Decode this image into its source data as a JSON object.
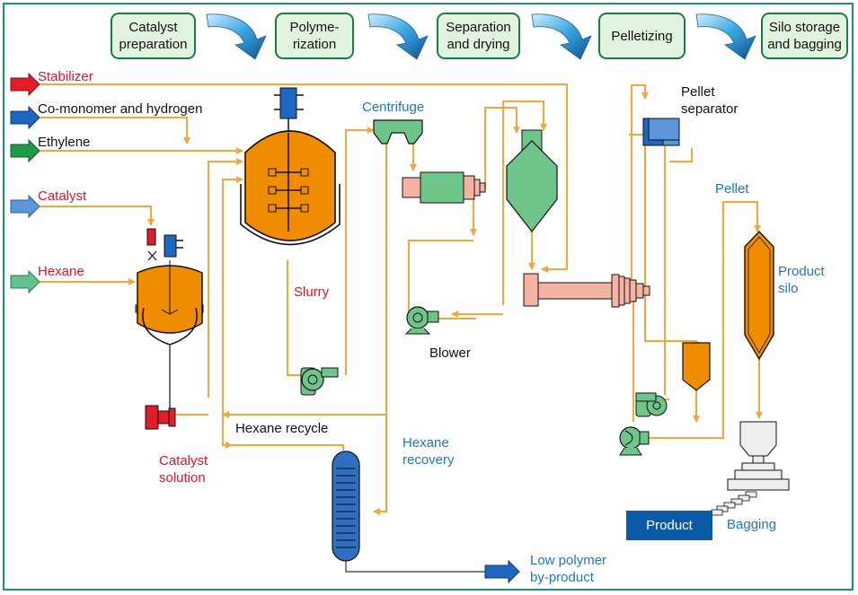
{
  "stages": [
    {
      "label": "Catalyst\npreparation"
    },
    {
      "label": "Polyme-\nrization"
    },
    {
      "label": "Separation\nand drying"
    },
    {
      "label": "Pelletizing"
    },
    {
      "label": "Silo storage\nand bagging"
    }
  ],
  "inputs": {
    "stabilizer": "Stabilizer",
    "comonomer": "Co-monomer and hydrogen",
    "ethylene": "Ethylene",
    "catalyst": "Catalyst",
    "hexane": "Hexane"
  },
  "labels": {
    "centrifuge": "Centrifuge",
    "slurry": "Slurry",
    "blower": "Blower",
    "hexane_recycle": "Hexane recycle",
    "hexane_recovery": "Hexane\nrecovery",
    "catalyst_solution": "Catalyst\nsolution",
    "pellet_separator": "Pellet\nseparator",
    "pellet": "Pellet",
    "product_silo": "Product\nsilo",
    "product": "Product",
    "bagging": "Bagging",
    "low_polymer": "Low polymer\nby-product"
  },
  "colors": {
    "frame": "#1c8f77",
    "stage_fill": "#e2f4e0",
    "flow_line": "#f4a63a",
    "vessel": "#f08c00",
    "equipment_green": "#6fc48a",
    "extruder": "#f5b3a4",
    "column": "#2f6fc2",
    "label_red": "#d8182a",
    "label_blue": "#1f78b4"
  }
}
